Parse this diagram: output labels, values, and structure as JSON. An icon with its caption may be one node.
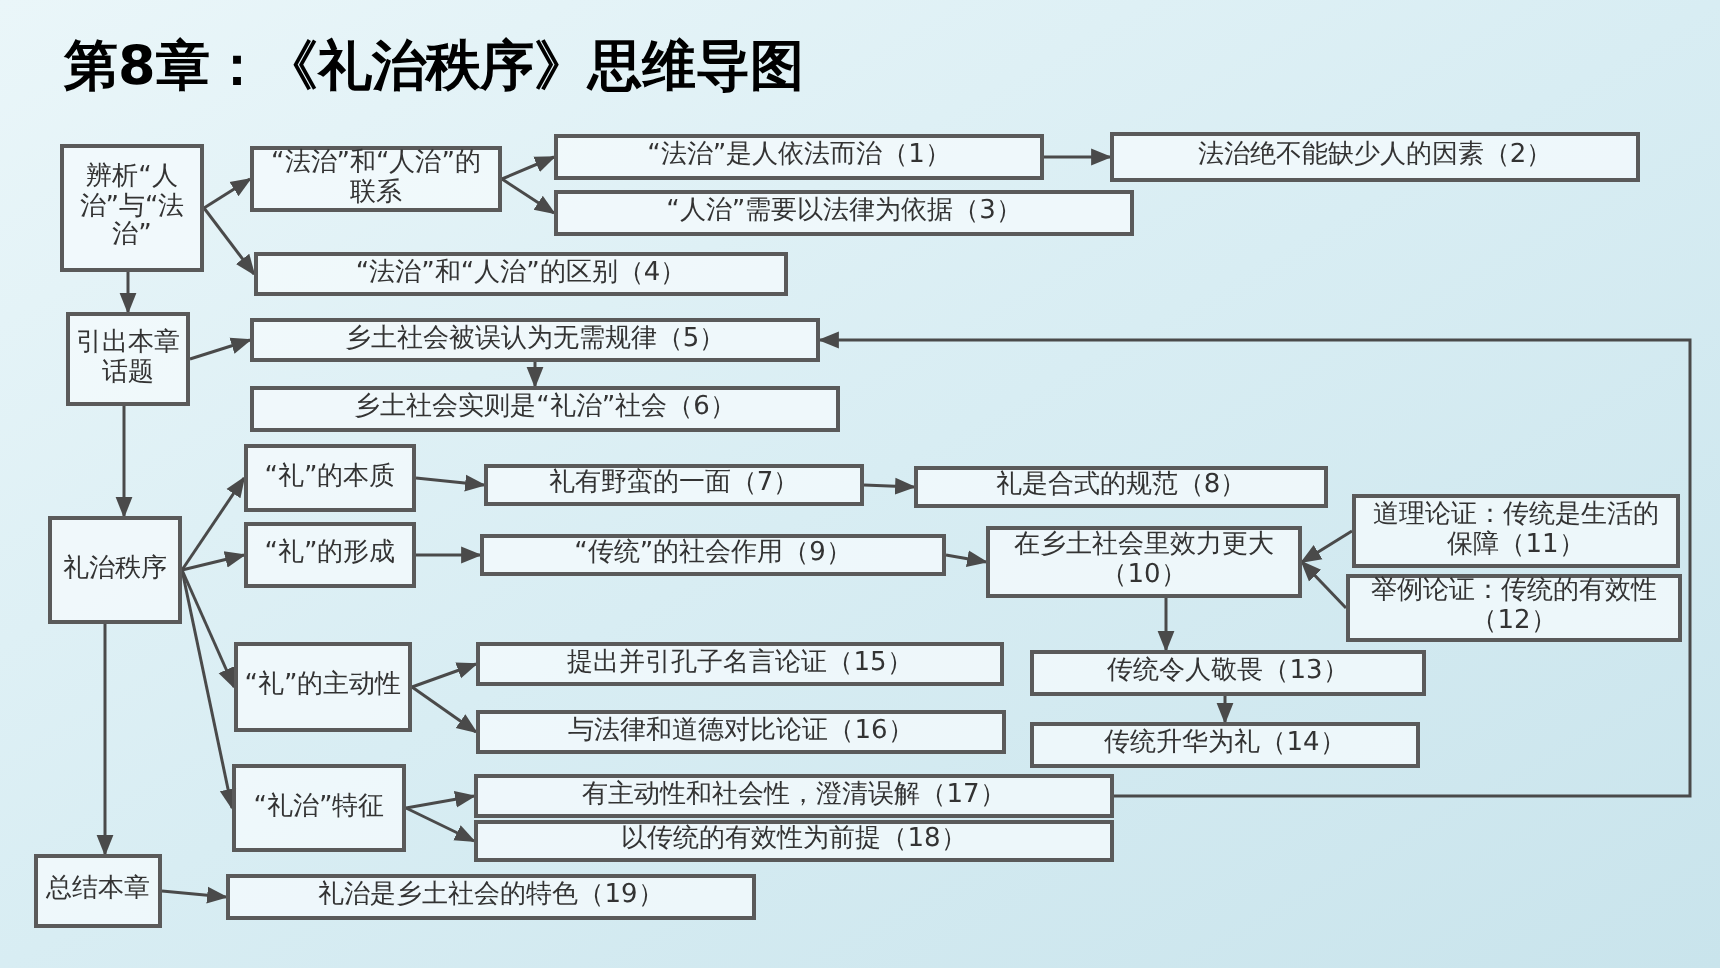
{
  "diagram": {
    "title": "第8章：《礼治秩序》思维导图",
    "nodes": [
      {
        "text": [
          "辨析“人治”与“法治”"
        ]
      },
      {
        "text": [
          "“法治”和“人治”的联系"
        ]
      },
      {
        "text": [
          "“法治”是人依法而治（1）"
        ]
      },
      {
        "text": [
          "法治绝不能缺少人的因素（2）"
        ]
      },
      {
        "text": [
          "“人治”需要以法律为依据（3）"
        ]
      },
      {
        "text": [
          "“法治”和“人治”的区别（4）"
        ]
      },
      {
        "text": [
          "引出本章话题"
        ]
      },
      {
        "text": [
          "乡土社会被误认为无需规律（5）"
        ]
      },
      {
        "text": [
          "乡土社会实则是“礼治”社会（6）"
        ]
      },
      {
        "text": [
          "礼治秩序"
        ]
      },
      {
        "text": [
          "“礼”的本质"
        ]
      },
      {
        "text": [
          "礼有野蛮的一面（7）"
        ]
      },
      {
        "text": [
          "礼是合式的规范（8）"
        ]
      },
      {
        "text": [
          "“礼”的形成"
        ]
      },
      {
        "text": [
          "“传统”的社会作用（9）"
        ]
      },
      {
        "text": [
          "在乡土社会里效力更大（10）"
        ]
      },
      {
        "text": [
          "道理论证：传统是生活的保障（11）"
        ]
      },
      {
        "text": [
          "举例论证：传统的有效性（12）"
        ]
      },
      {
        "text": [
          "“礼”的主动性"
        ]
      },
      {
        "text": [
          "提出并引孔子名言论证（15）"
        ]
      },
      {
        "text": [
          "传统令人敬畏（13）"
        ]
      },
      {
        "text": [
          "与法律和道德对比论证（16）"
        ]
      },
      {
        "text": [
          "传统升华为礼（14）"
        ]
      },
      {
        "text": [
          "“礼治”特征"
        ]
      },
      {
        "text": [
          "有主动性和社会性，澄清误解（17）"
        ]
      },
      {
        "text": [
          "以传统的有效性为前提（18）"
        ]
      },
      {
        "text": [
          "总结本章"
        ]
      },
      {
        "text": [
          "礼治是乡土社会的特色（19）"
        ]
      }
    ],
    "edges": [
      {
        "from": 0,
        "to": 1,
        "arrow": "to"
      },
      {
        "from": 0,
        "to": 5,
        "arrow": "to"
      },
      {
        "from": 1,
        "to": 2,
        "arrow": "to"
      },
      {
        "from": 1,
        "to": 4,
        "arrow": "to"
      },
      {
        "from": 2,
        "to": 3,
        "arrow": "to"
      },
      {
        "from": 0,
        "to": 6,
        "arrow": "to"
      },
      {
        "from": 6,
        "to": 7,
        "arrow": "to"
      },
      {
        "from": 7,
        "to": 8,
        "arrow": "to"
      },
      {
        "from": 6,
        "to": 9,
        "arrow": "to"
      },
      {
        "from": 9,
        "to": 10,
        "arrow": "to"
      },
      {
        "from": 9,
        "to": 13,
        "arrow": "to"
      },
      {
        "from": 9,
        "to": 18,
        "arrow": "to"
      },
      {
        "from": 9,
        "to": 23,
        "arrow": "to"
      },
      {
        "from": 9,
        "to": 26,
        "arrow": "to"
      },
      {
        "from": 10,
        "to": 11,
        "arrow": "to"
      },
      {
        "from": 11,
        "to": 12,
        "arrow": "to"
      },
      {
        "from": 13,
        "to": 14,
        "arrow": "to"
      },
      {
        "from": 14,
        "to": 15,
        "arrow": "to"
      },
      {
        "from": 16,
        "to": 15,
        "arrow": "to"
      },
      {
        "from": 17,
        "to": 15,
        "arrow": "to"
      },
      {
        "from": 15,
        "to": 20,
        "arrow": "to"
      },
      {
        "from": 20,
        "to": 22,
        "arrow": "to"
      },
      {
        "from": 18,
        "to": 19,
        "arrow": "to"
      },
      {
        "from": 18,
        "to": 21,
        "arrow": "to"
      },
      {
        "from": 23,
        "to": 24,
        "arrow": "to"
      },
      {
        "from": 23,
        "to": 25,
        "arrow": "to"
      },
      {
        "from": 26,
        "to": 27,
        "arrow": "to"
      },
      {
        "from": 24,
        "to": 7,
        "arrow": "to"
      }
    ]
  }
}
